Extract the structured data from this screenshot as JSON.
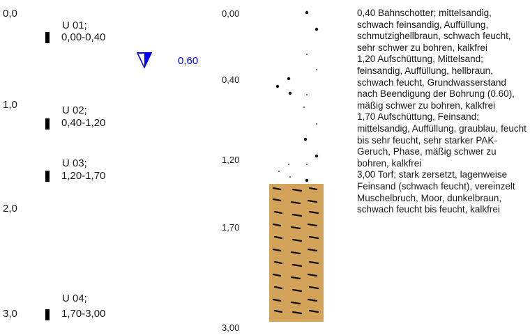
{
  "scale": {
    "labels": [
      "0,0",
      "1,0",
      "2,0",
      "3,0"
    ]
  },
  "samples": [
    {
      "id": "U 01;",
      "range": "0,00-0,40"
    },
    {
      "id": "U 02;",
      "range": "0,40-1,20"
    },
    {
      "id": "U 03;",
      "range": "1,20-1,70"
    },
    {
      "id": "U 04;",
      "range": "1,70-3,00"
    }
  ],
  "groundwater": {
    "value": "0,60",
    "color": "#0000ff"
  },
  "profile": {
    "depth_labels": [
      "0,00",
      "0,40",
      "1,20",
      "1,70",
      "3,00"
    ],
    "peat_color": "#d4a35a"
  },
  "descriptions": [
    {
      "lines": [
        "0,40  Bahnschotter; mittelsandig,",
        "schwach feinsandig, Auffüllung,",
        "schmutzighellbraun, schwach",
        "feucht, sehr schwer zu bohren,",
        "kalkfrei"
      ]
    },
    {
      "lines": [
        "1,20  Aufschüttung, Mittelsand;",
        "feinsandig, Auffüllung, hellbraun,",
        "schwach feucht,",
        "Grundwasserstand nach",
        "Beendigung der Bohrung (0.60),",
        "mäßig schwer zu bohren, kalkfrei"
      ]
    },
    {
      "lines": [
        "1,70  Aufschüttung, Feinsand;",
        "mittelsandig, Auffüllung, graublau,",
        "feucht bis sehr feucht, sehr",
        "starker PAK-Geruch, Phase,",
        "mäßig schwer zu bohren, kalkfrei"
      ]
    },
    {
      "lines": [
        "3,00  Torf; stark zersetzt,",
        "lagenweise Feinsand (schwach",
        "feucht), vereinzelt Muschelbruch,",
        "Moor, dunkelbraun, schwach",
        "feucht bis feucht, kalkfrei"
      ]
    }
  ]
}
